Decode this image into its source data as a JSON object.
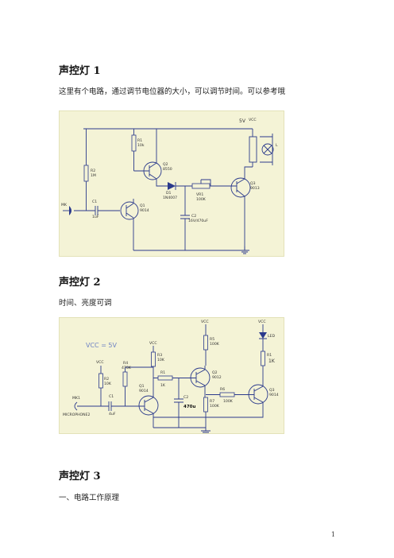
{
  "section1": {
    "title": "声控灯 1",
    "text": "这里有个电路，通过调节电位器的大小，可以调节时间。可以参考哦",
    "labels": {
      "vcc": "5V",
      "vcc_tag": "VCC",
      "r1": "R1",
      "r1v": "10k",
      "r2": "R2",
      "r2v": "1M",
      "c1": "C1",
      "c1v": "1uF",
      "q1": "Q1",
      "q1t": "9014",
      "q2": "Q2",
      "q2t": "8550",
      "q3": "Q3",
      "q3t": "9013",
      "d1": "D1",
      "d1t": "1N4007",
      "vr1": "VR1",
      "vr1v": "100K",
      "c2": "C2",
      "c2v": "16V/470uF",
      "mk": "MK",
      "lamp": "L"
    }
  },
  "section2": {
    "title": "声控灯 2",
    "text": "时间、亮度可调",
    "labels": {
      "vcc_big": "VCC = 5V",
      "vcc": "VCC",
      "r1": "R1",
      "r1v": "1K",
      "r2": "R2",
      "r2v": "10K",
      "r3": "R3",
      "r3v": "10K",
      "r4": "R4",
      "r4v": "470K",
      "r5": "R5",
      "r5v": "100K",
      "r6": "R6",
      "r6v": "100K",
      "r7": "R7",
      "r7v": "100K",
      "c1": "C1",
      "c1v": "4uF",
      "c2": "C2",
      "c2v": "470u",
      "q1": "Q1",
      "q1t": "9014",
      "q2": "Q2",
      "q2t": "9012",
      "q3": "Q3",
      "q3t": "9014",
      "led": "LED",
      "mk": "MK1",
      "mic": "MICROPHONE2",
      "r11k": "1K"
    }
  },
  "section3": {
    "title": "声控灯 3",
    "text": "一、电路工作原理"
  },
  "page_number": "1"
}
